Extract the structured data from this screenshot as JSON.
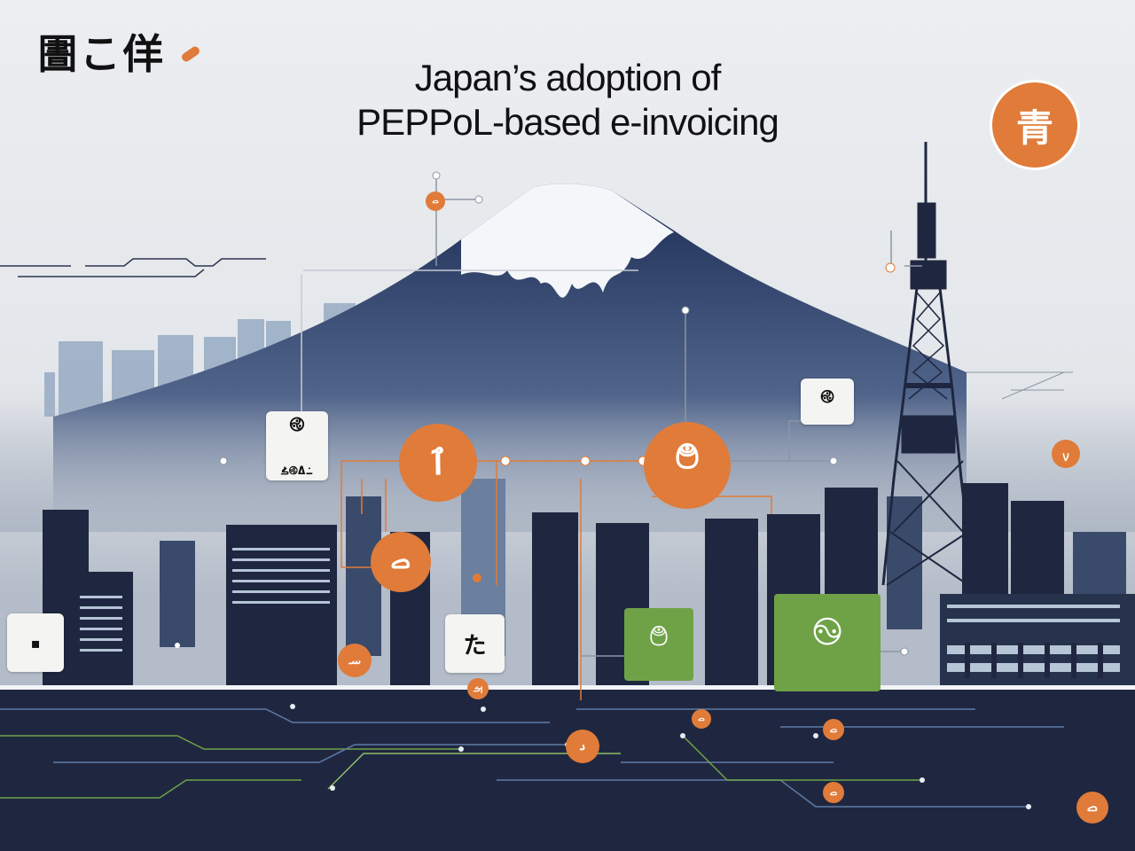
{
  "logo": {
    "text": "圕こ佯"
  },
  "title": {
    "line1": "Japan’s adoption of",
    "line2": "PEPPoL-based e-invoicing"
  },
  "badges": {
    "top_right": "青",
    "left_card_top": "࿋",
    "left_card_bottom": "ࣈ࿋ߡ߸",
    "orange_left": "ٱ",
    "orange_center": "࿉",
    "orange_small": "ࡇ",
    "right_card": "࿋",
    "small_right": "ࡍ",
    "bottom_left_card": "▪",
    "center_card": "た",
    "green_mid": "࿉",
    "green_large": "࿊",
    "orange_low_left": "ࡄ",
    "orange_mid_small": "ࡌ",
    "orange_bottom_small": "ࡇ",
    "orange_bottom_left": "ࡅ",
    "orange_bottom_right": "ࡇ",
    "orange_corner": "ࡇ",
    "orange_tiny": "ࡇ",
    "orange_tiny2": "ࡇ"
  },
  "colors": {
    "accent": "#e07b39",
    "green": "#6fa247",
    "navy": "#1f2740",
    "mountain": "#2b3d66"
  }
}
